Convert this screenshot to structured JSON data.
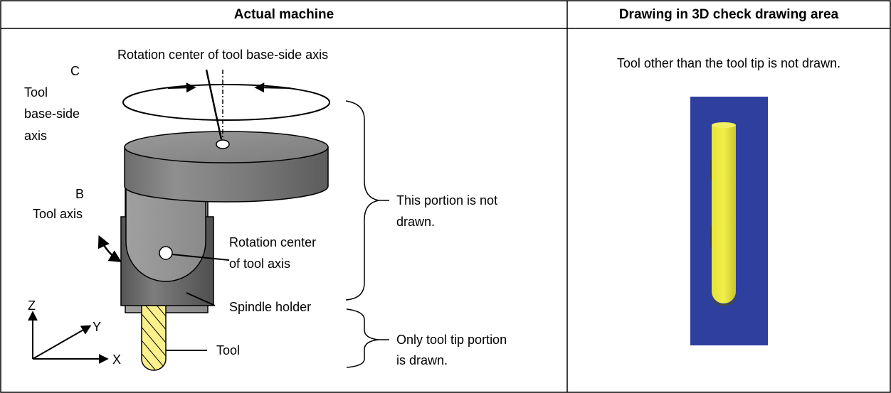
{
  "table": {
    "headers": [
      "Actual machine",
      "Drawing in 3D check drawing area"
    ]
  },
  "machine": {
    "c_label": "C",
    "c_axis_lines": [
      "Tool",
      "base-side",
      "axis"
    ],
    "rotation_center_base": "Rotation center of tool base-side axis",
    "b_label": "B",
    "b_axis": "Tool axis",
    "rotation_center_tool_lines": [
      "Rotation center",
      "of tool axis"
    ],
    "spindle_holder": "Spindle holder",
    "tool": "Tool",
    "not_drawn_lines": [
      "This portion is not",
      "drawn."
    ],
    "tip_drawn_lines": [
      "Only tool tip portion",
      "is drawn."
    ],
    "axes": {
      "z": "Z",
      "y": "Y",
      "x": "X"
    }
  },
  "drawing": {
    "note": "Tool other than the tool tip is not drawn.",
    "colors": {
      "background": "#2E3F9E",
      "tool": "#E8E83A",
      "tool_shadow": "#4B4E1E"
    }
  }
}
